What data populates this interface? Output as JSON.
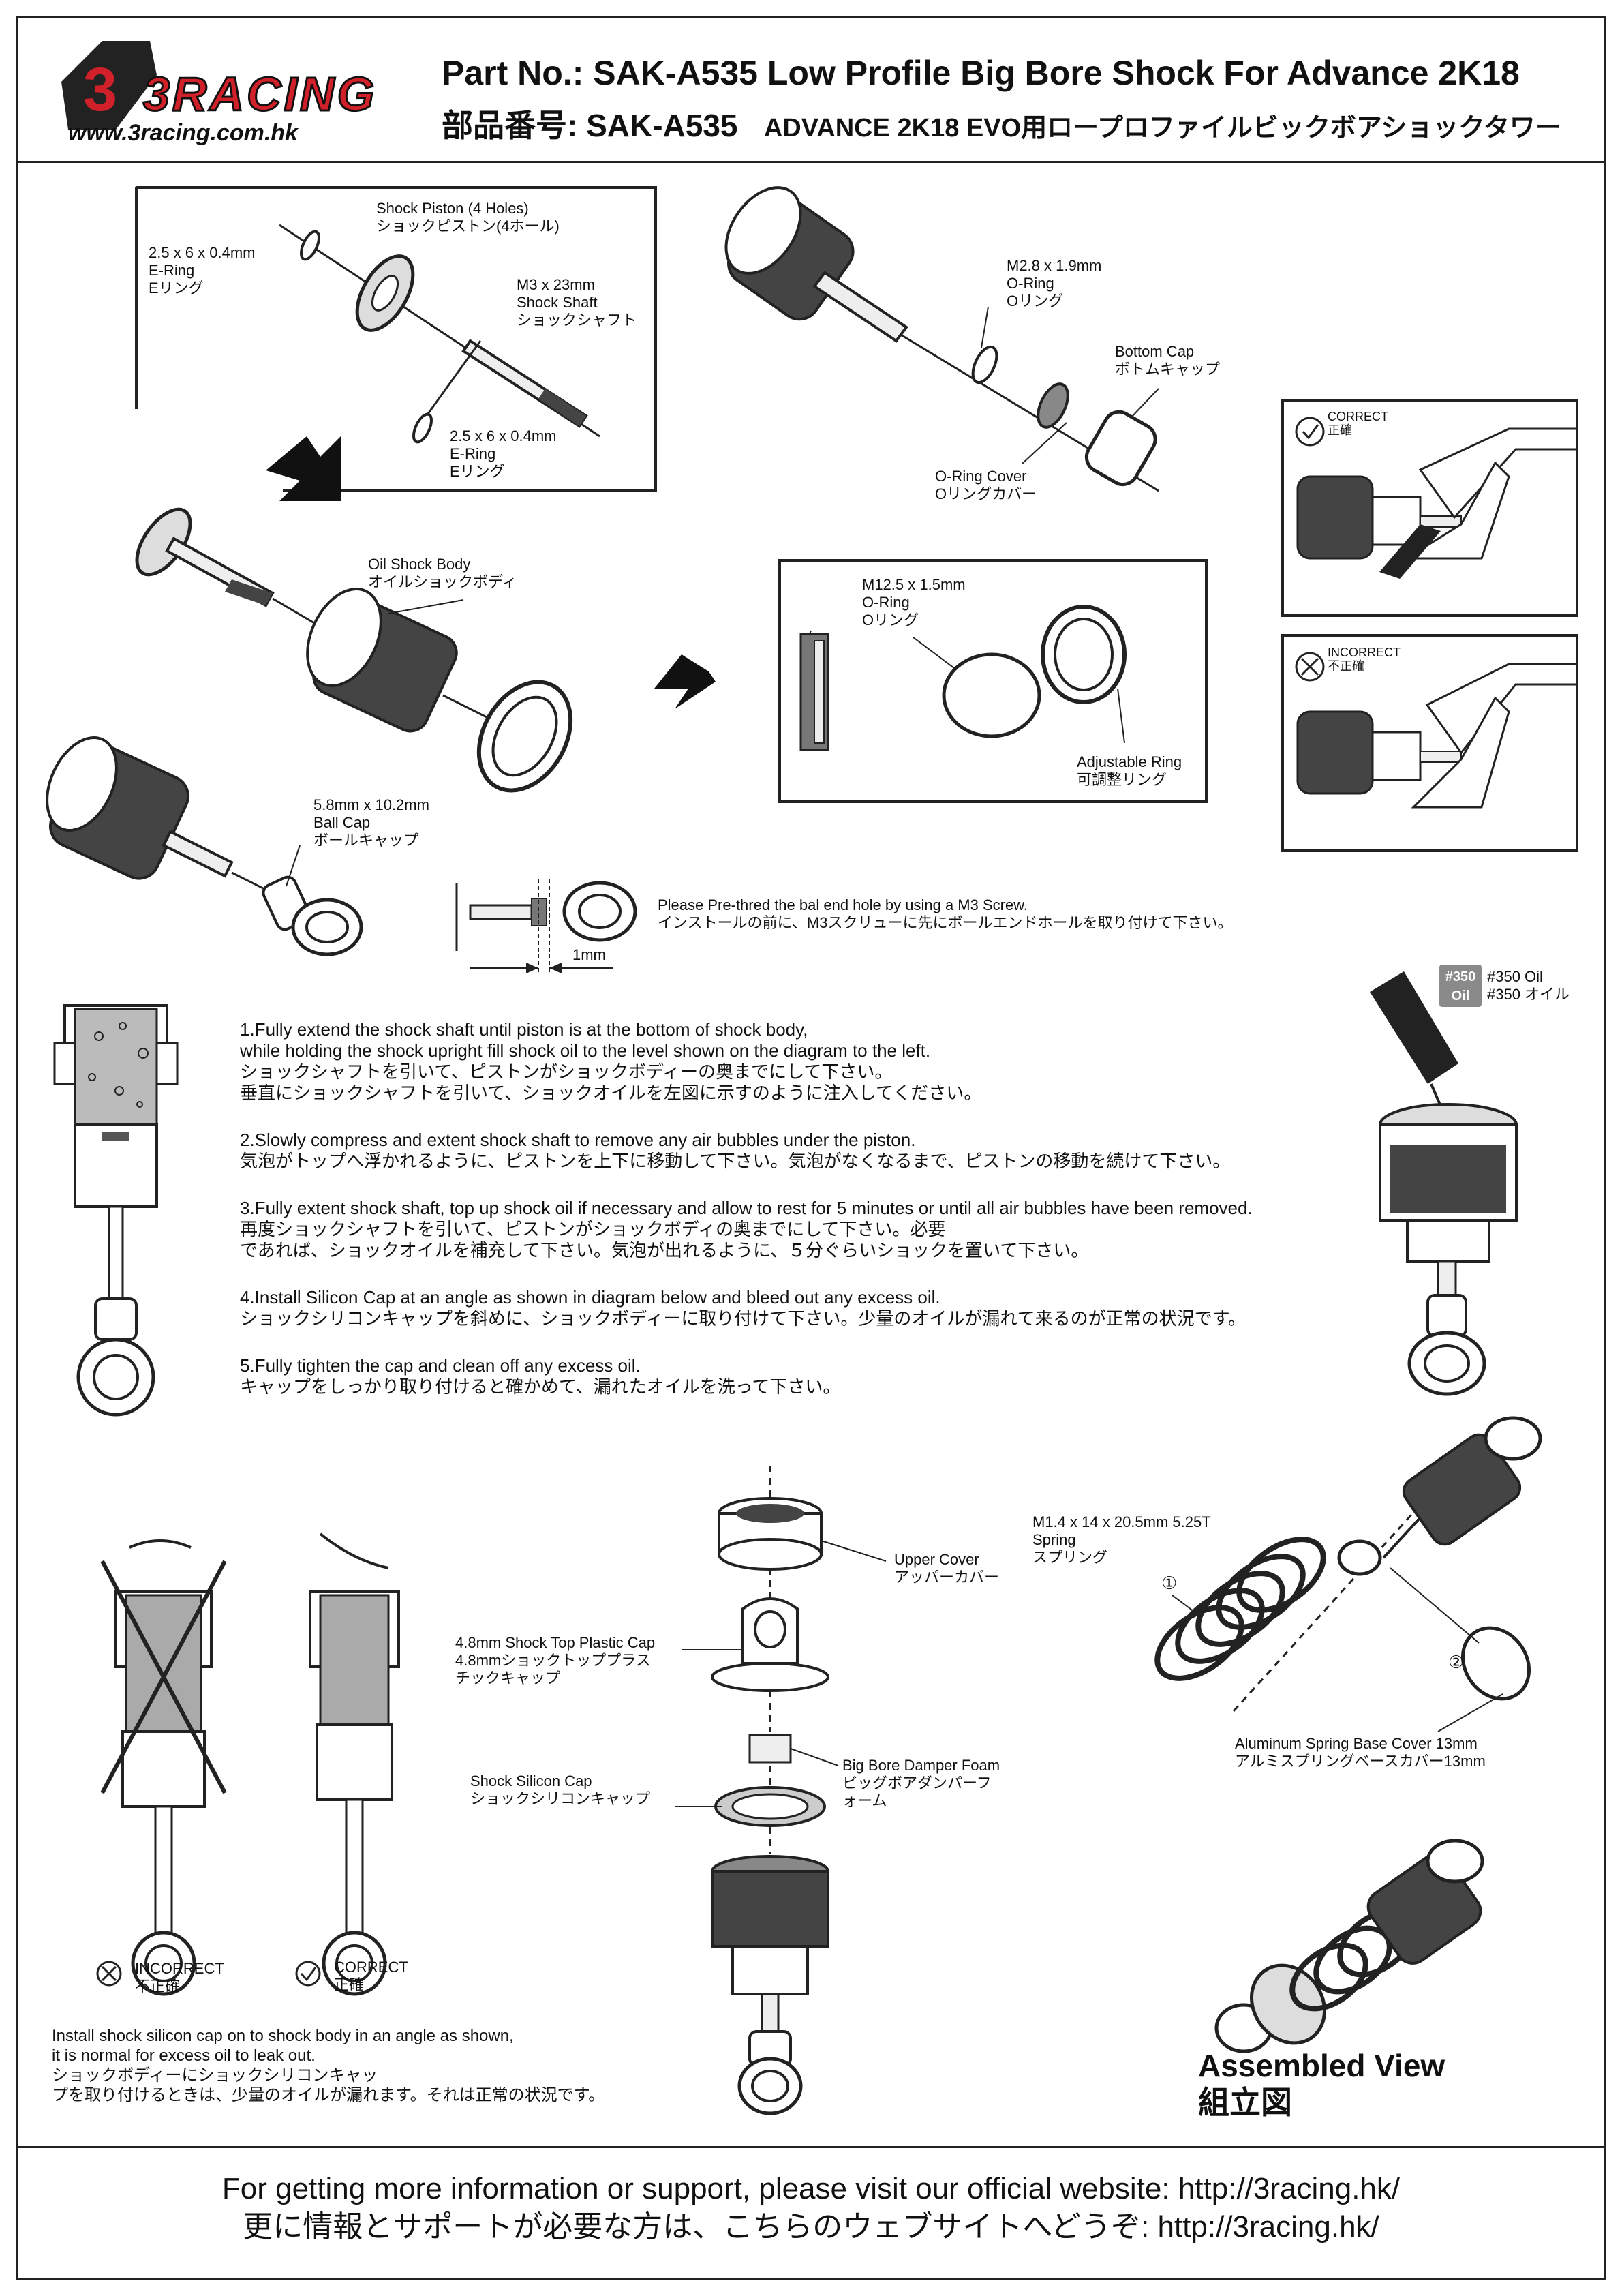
{
  "header": {
    "logo_text": "3RACING",
    "logo_url": "www.3racing.com.hk",
    "title_en": "Part No.: SAK-A535  Low Profile Big Bore Shock For Advance 2K18",
    "title_jp_prefix": "部品番号: SAK-A535",
    "title_jp_rest": "ADVANCE 2K18 EVO用ロープロファイルビックボアショックタワー"
  },
  "parts": {
    "eclip_top": [
      "2.5 x 6 x 0.4mm",
      "E-Ring",
      "Eリング"
    ],
    "piston": [
      "Shock Piston (4 Holes)",
      "ショックピストン(4ホール)"
    ],
    "shaft": [
      "M3 x 23mm",
      "Shock Shaft",
      "ショックシャフト"
    ],
    "eclip_bottom": [
      "2.5 x 6 x 0.4mm",
      "E-Ring",
      "Eリング"
    ],
    "oring_small": [
      "M2.8 x 1.9mm",
      "O-Ring",
      "Oリング"
    ],
    "bottom_cap": [
      "Bottom Cap",
      "ボトムキャップ"
    ],
    "oring_cover": [
      "O-Ring Cover",
      "Oリングカバー"
    ],
    "oil_body": [
      "Oil Shock Body",
      "オイルショックボディ"
    ],
    "oring_large": [
      "M12.5 x 1.5mm",
      "O-Ring",
      "Oリング"
    ],
    "adjust_ring": [
      "Adjustable Ring",
      "可調整リング"
    ],
    "ball_cap": [
      "5.8mm x 10.2mm",
      "Ball Cap",
      "ボールキャップ"
    ],
    "upper_cover": [
      "Upper Cover",
      "アッパーカバー"
    ],
    "top_cap": [
      "4.8mm Shock Top Plastic Cap",
      "4.8mmショックトッププラス",
      "チックキャップ"
    ],
    "silicon_cap": [
      "Shock Silicon Cap",
      "ショックシリコンキャップ"
    ],
    "foam": [
      "Big Bore Damper Foam",
      "ビッグボアダンパーフ",
      "ォーム"
    ],
    "spring": [
      "M1.4 x 14 x 20.5mm 5.25T",
      "Spring",
      "スプリング"
    ],
    "spring_base": [
      "Aluminum Spring Base Cover 13mm",
      "アルミスプリングベースカバー13mm"
    ]
  },
  "side_panel": {
    "correct": [
      "CORRECT",
      "正確"
    ],
    "incorrect": [
      "INCORRECT",
      "不正確"
    ]
  },
  "prethread": {
    "dimension": "1mm",
    "note": [
      "Please Pre-thred the bal end hole by using a M3 Screw.",
      "インストールの前に、M3スクリューに先にボールエンドホールを取り付けて下さい。"
    ]
  },
  "oil": {
    "badge": [
      "#350",
      "Oil"
    ],
    "label": [
      "#350 Oil",
      "#350 オイル"
    ]
  },
  "instructions": [
    [
      "1.Fully extend the shock shaft until piston is at the bottom of shock body,",
      "while holding the shock upright fill shock oil to the level shown on the diagram to the left.",
      "ショックシャフトを引いて、ピストンがショックボディーの奥までにして下さい。",
      "垂直にショックシャフトを引いて、ショックオイルを左図に示すのように注入してください。"
    ],
    [
      "2.Slowly compress and extent shock shaft to remove any air bubbles under the piston.",
      "気泡がトップへ浮かれるように、ピストンを上下に移動して下さい。気泡がなくなるまで、ピストンの移動を続けて下さい。"
    ],
    [
      "3.Fully extent shock shaft, top up shock oil if necessary and allow to rest for 5 minutes or until all air bubbles have been removed.",
      "再度ショックシャフトを引いて、ピストンがショックボディの奥までにして下さい。必要",
      "であれば、ショックオイルを補充して下さい。気泡が出れるように、５分ぐらいショックを置いて下さい。"
    ],
    [
      "4.Install Silicon Cap at an angle as shown in diagram below and bleed out any excess oil.",
      "ショックシリコンキャップを斜めに、ショックボディーに取り付けて下さい。少量のオイルが漏れて来るのが正常の状況です。"
    ],
    [
      "5.Fully tighten the cap and clean off any excess oil.",
      "キャップをしっかり取り付けると確かめて、漏れたオイルを洗って下さい。"
    ]
  ],
  "cap_install": {
    "incorrect": [
      "INCORRECT",
      "不正確"
    ],
    "correct": [
      "CORRECT",
      "正確"
    ],
    "note": [
      "Install shock silicon cap on to shock body in an angle as shown,",
      "it is normal for excess oil to leak out.",
      "ショックボディーにショックシリコンキャッ",
      "プを取り付けるときは、少量のオイルが漏れます。それは正常の状況です。"
    ]
  },
  "steps": [
    "①",
    "②"
  ],
  "assembled_view": [
    "Assembled View",
    "組立図"
  ],
  "footer": [
    "For getting more information or support, please visit our official website: http://3racing.hk/",
    "更に情報とサポートが必要な方は、こちらのウェブサイトへどうぞ: http://3racing.hk/"
  ],
  "colors": {
    "logo_red": "#d0202a",
    "line": "#222222",
    "fill_dark": "#333333",
    "fill_light": "#e6e6e6",
    "badge": "#8a8a8a"
  }
}
